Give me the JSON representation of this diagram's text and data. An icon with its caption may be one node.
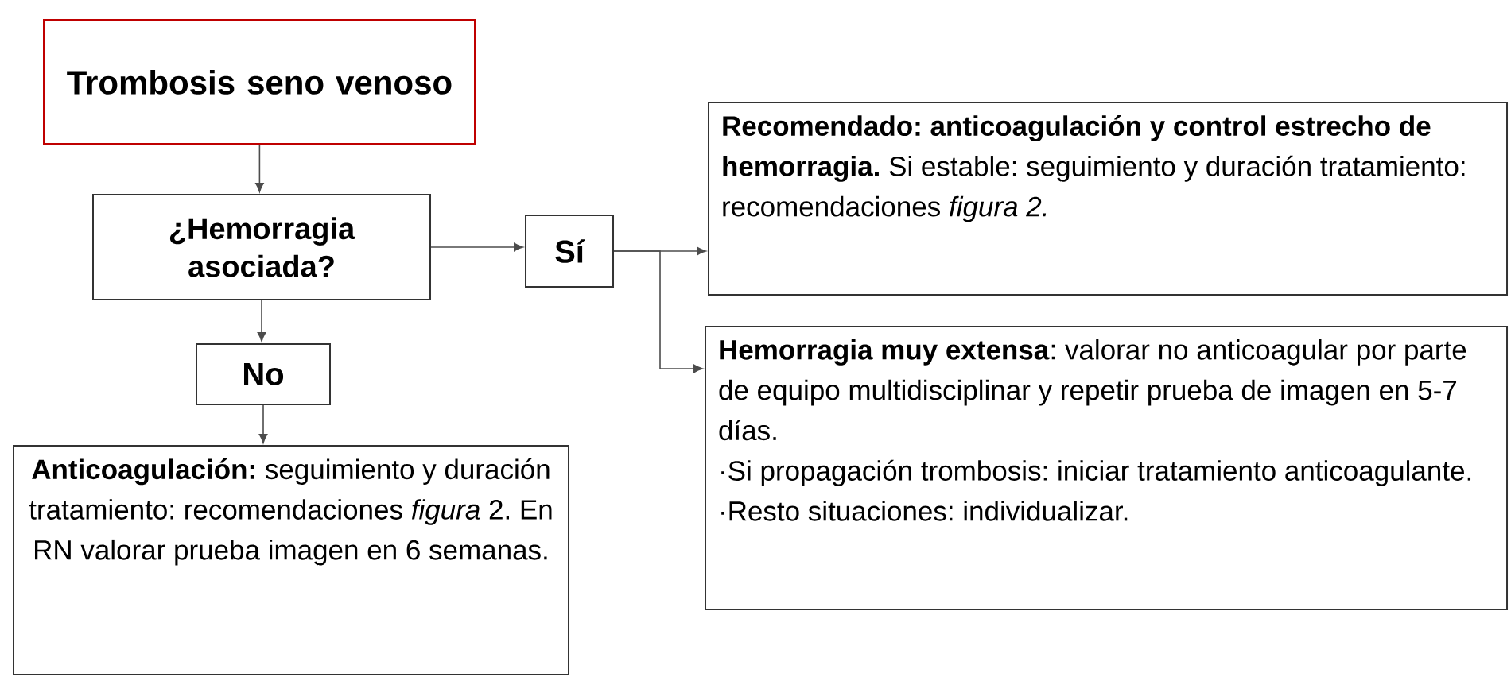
{
  "diagram": {
    "nodes": [
      {
        "text": [
          "Trombosis seno venoso"
        ]
      },
      {
        "text": [
          "¿Hemorragia asociada?"
        ]
      },
      {
        "text": [
          "Sí"
        ]
      },
      {
        "text": [
          "No"
        ]
      },
      {
        "text": [
          "**Anticoagulación:** seguimiento y duración tratamiento: recomendaciones *figura* 2. En RN valorar prueba imagen en 6 semanas."
        ]
      },
      {
        "text": [
          "**Recomendado: anticoagulación y control estrecho de hemorragia.** Si estable: seguimiento y duración tratamiento: recomendaciones *figura 2.*"
        ]
      },
      {
        "text": [
          "**Hemorragia muy extensa**: valorar no anticoagular por parte de equipo multidisciplinar y repetir prueba de imagen en 5-7 días.",
          "·Si propagación trombosis: iniciar tratamiento anticoagulante.",
          "·Resto situaciones: individualizar."
        ]
      }
    ],
    "edges": [
      {
        "from": 0,
        "to": 1,
        "arrow": "to"
      },
      {
        "from": 1,
        "to": 2,
        "arrow": "to"
      },
      {
        "from": 1,
        "to": 3,
        "arrow": "to"
      },
      {
        "from": 3,
        "to": 4,
        "arrow": "to"
      },
      {
        "from": 2,
        "to": 5,
        "arrow": "to"
      },
      {
        "from": 2,
        "to": 6,
        "arrow": "to"
      }
    ]
  }
}
